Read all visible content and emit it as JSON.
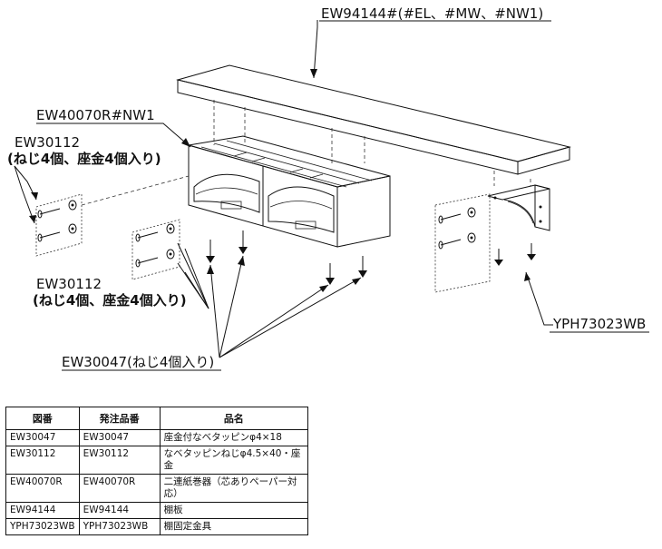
{
  "labels": {
    "shelf_code": "EW94144#(#EL、#MW、#NW1)",
    "holder_code": "EW40070R#NW1",
    "screw_code_left": "EW30112",
    "screw_desc_left": "(ねじ4個、座金4個入り)",
    "screw_code_mid": "EW30112",
    "screw_desc_mid": "(ねじ4個、座金4個入り)",
    "screw_code_bottom": "EW30047(ねじ4個入り)",
    "bracket_code": "YPH73023WB"
  },
  "table": {
    "headers": [
      "図番",
      "発注品番",
      "品名"
    ],
    "rows": [
      [
        "EW30047",
        "EW30047",
        "座金付なベタッピンφ4×18"
      ],
      [
        "EW30112",
        "EW30112",
        "なベタッピンねじφ4.5×40・座金"
      ],
      [
        "EW40070R",
        "EW40070R",
        "二連紙巻器（芯ありペーパー対応）"
      ],
      [
        "EW94144",
        "EW94144",
        "棚板"
      ],
      [
        "YPH73023WB",
        "YPH73023WB",
        "棚固定金具"
      ]
    ]
  }
}
